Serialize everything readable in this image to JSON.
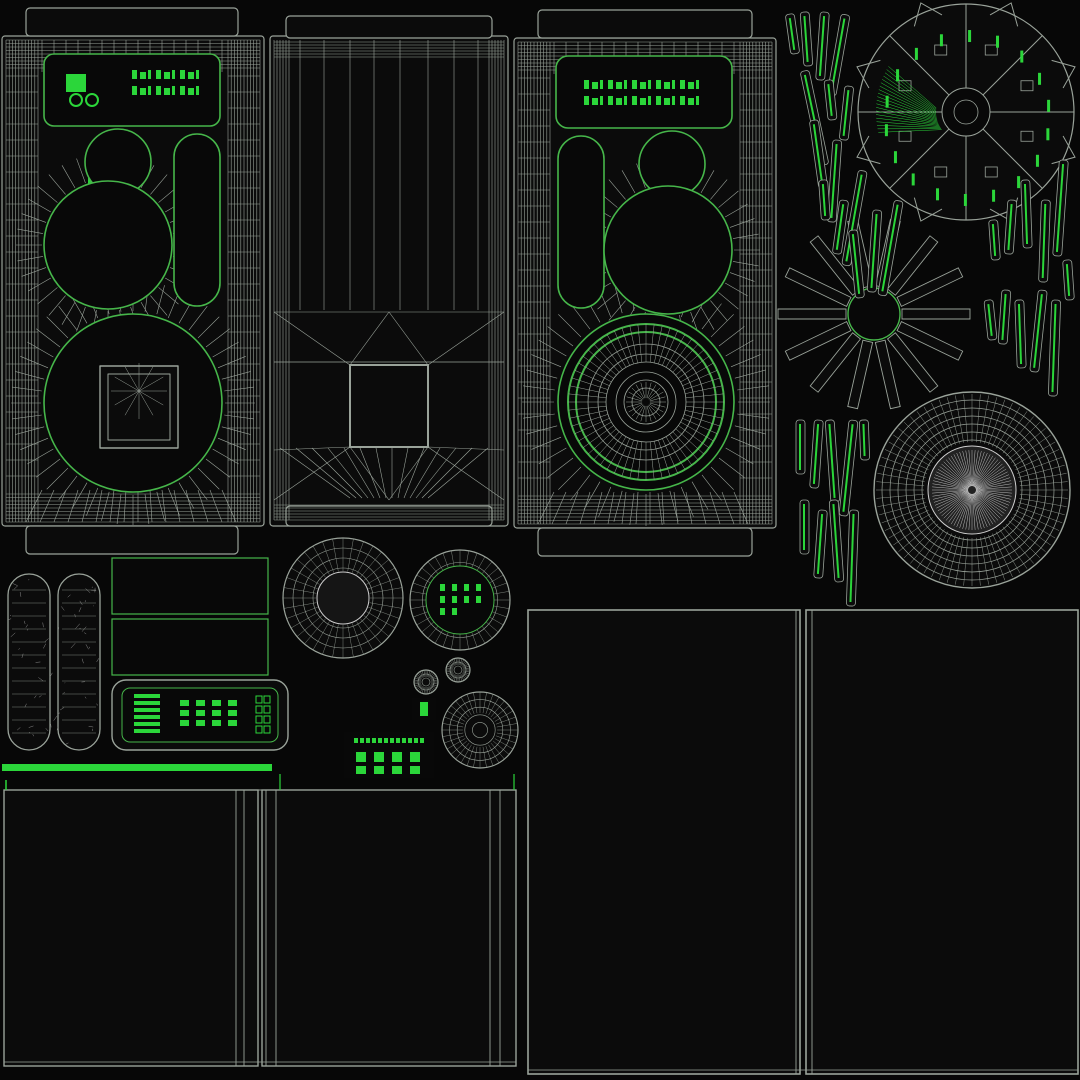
{
  "texture": {
    "background_color": "#070707",
    "wire_color": "#9aa39a",
    "edge_color": "#46b64a",
    "accent_color": "#2bd63a",
    "panel_fill": "#0b0b0b"
  },
  "islands": {
    "speaker_front_a": "speaker-front-island",
    "speaker_side": "speaker-side-island",
    "speaker_front_b": "speaker-front-island",
    "wheel_hub": "wheel-hub-island",
    "woofer_cone": "woofer-cone-island",
    "knobs": "knob-islands",
    "control_panel": "control-panel-island",
    "blank_panels": "blank-panel-islands"
  }
}
